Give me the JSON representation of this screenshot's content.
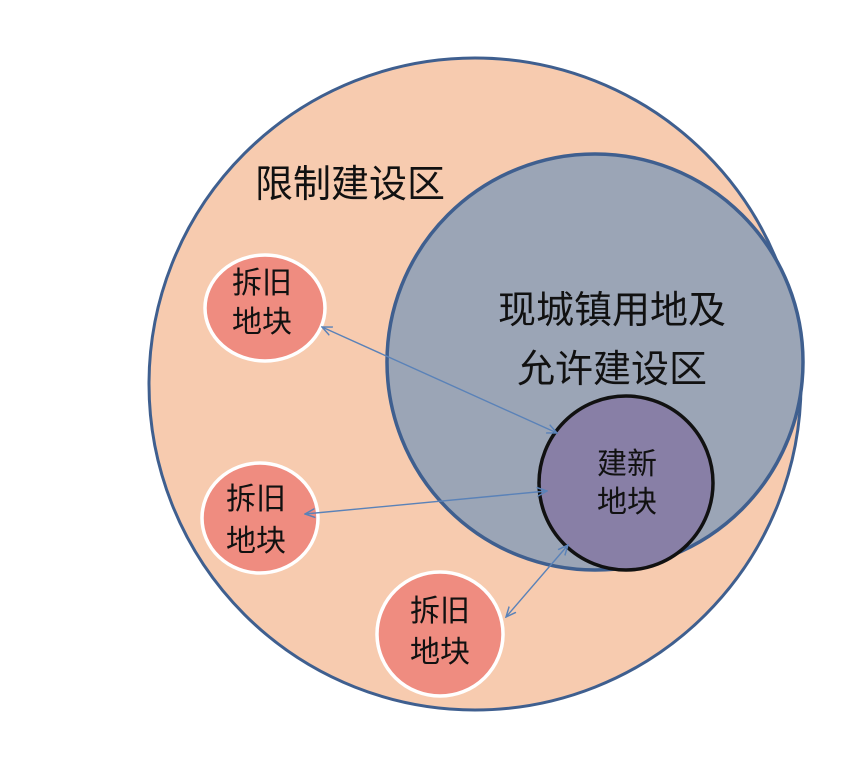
{
  "colors": {
    "outer_fill": "#f7cbaf",
    "outline_blue": "#3f5f8f",
    "inner_fill": "#9ba5b6",
    "new_block_fill": "#887fa6",
    "old_block_fill": "#ef8c80",
    "arrow": "#5a82b8"
  },
  "restricted_zone": {
    "label": "限制建设区"
  },
  "allowed_zone": {
    "label_line1": "现城镇用地及",
    "label_line2": "允许建设区"
  },
  "new_block": {
    "line1": "建新",
    "line2": "地块"
  },
  "old_blocks": [
    {
      "line1": "拆旧",
      "line2": "地块"
    },
    {
      "line1": "拆旧",
      "line2": "地块"
    },
    {
      "line1": "拆旧",
      "line2": "地块"
    }
  ]
}
